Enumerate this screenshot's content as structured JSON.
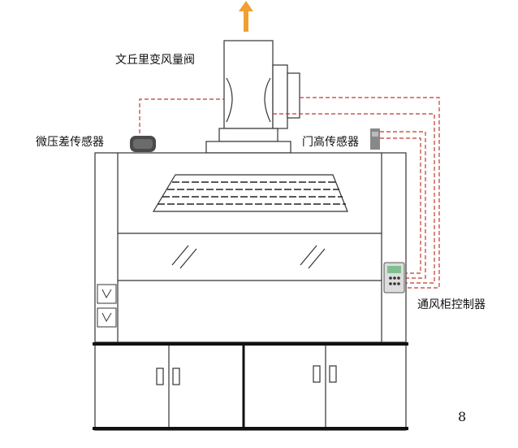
{
  "labels": {
    "venturi_valve": "文丘里变风量阀",
    "micro_pressure_sensor": "微压差传感器",
    "door_height_sensor": "门高传感器",
    "hood_controller": "通风柜控制器"
  },
  "page_number": "8",
  "colors": {
    "exhaust_arrow": "#f0a030",
    "signal_wire": "#c0392b",
    "outline": "#333333",
    "sensor_body": "#555555"
  },
  "icons": [
    "exhaust-arrow-icon",
    "pressure-sensor-icon",
    "door-sensor-icon",
    "controller-icon",
    "power-outlet-icon",
    "glass-mark-icon"
  ]
}
